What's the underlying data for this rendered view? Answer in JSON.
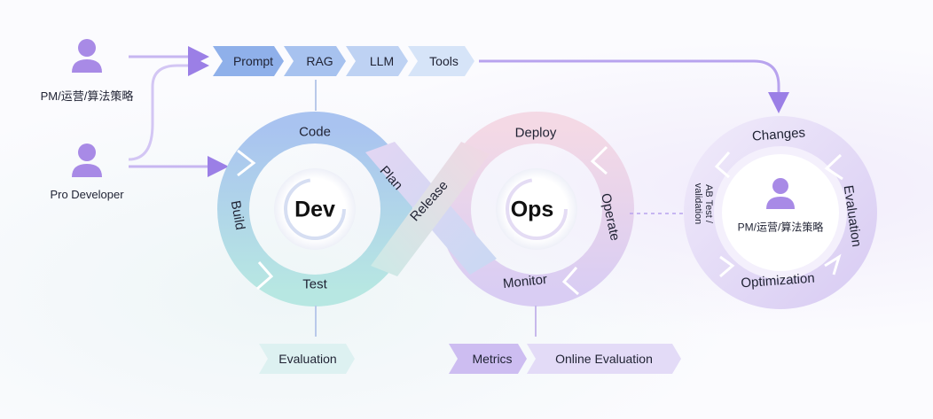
{
  "actors": {
    "pm_top": "PM/运营/算法策略",
    "pro_developer": "Pro Developer",
    "pm_right": "PM/运营/算法策略"
  },
  "top_pipeline": [
    "Prompt",
    "RAG",
    "LLM",
    "Tools"
  ],
  "dev": {
    "center": "Dev",
    "code": "Code",
    "build": "Build",
    "test": "Test",
    "plan": "Plan"
  },
  "ops": {
    "center": "Ops",
    "release": "Release",
    "deploy": "Deploy",
    "operate": "Operate",
    "monitor": "Monitor"
  },
  "right_cycle": {
    "changes": "Changes",
    "evaluation": "Evaluation",
    "optimization": "Optimization",
    "ab_test": "AB Test /\nvalidation"
  },
  "bottom_left": [
    "Evaluation"
  ],
  "bottom_right": [
    "Metrics",
    "Online Evaluation"
  ],
  "colors": {
    "accent_purple": "#9b7fe6",
    "blue": "#8fb4ea",
    "teal": "#a6e0df",
    "pink": "#f0cfe0",
    "lavender": "#d8ccf2"
  }
}
